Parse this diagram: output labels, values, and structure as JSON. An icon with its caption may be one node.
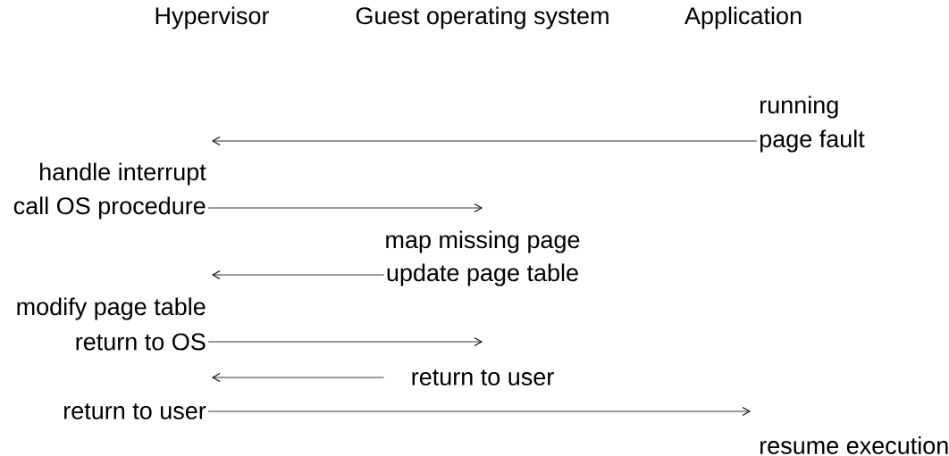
{
  "diagram": {
    "nodes": [
      {
        "text": [
          "page fault"
        ]
      },
      {
        "text": [
          "call OS procedure"
        ]
      },
      {
        "text": [
          "update page table"
        ]
      },
      {
        "text": [
          "return to OS"
        ]
      },
      {
        "text": [
          "return to user"
        ]
      },
      {
        "text": [
          "return to user"
        ]
      }
    ],
    "edges": [
      {
        "from": 0,
        "to": null,
        "arrow": "to"
      },
      {
        "from": 1,
        "to": null,
        "arrow": "to"
      },
      {
        "from": 2,
        "to": null,
        "arrow": "to"
      },
      {
        "from": 3,
        "to": null,
        "arrow": "to"
      },
      {
        "from": 4,
        "to": null,
        "arrow": "to"
      },
      {
        "from": 5,
        "to": null,
        "arrow": "to"
      }
    ],
    "labels": [
      "Hypervisor",
      "Guest operating system",
      "Application",
      "running",
      "handle interrupt",
      "map missing page",
      "modify page table",
      "resume execution"
    ]
  }
}
